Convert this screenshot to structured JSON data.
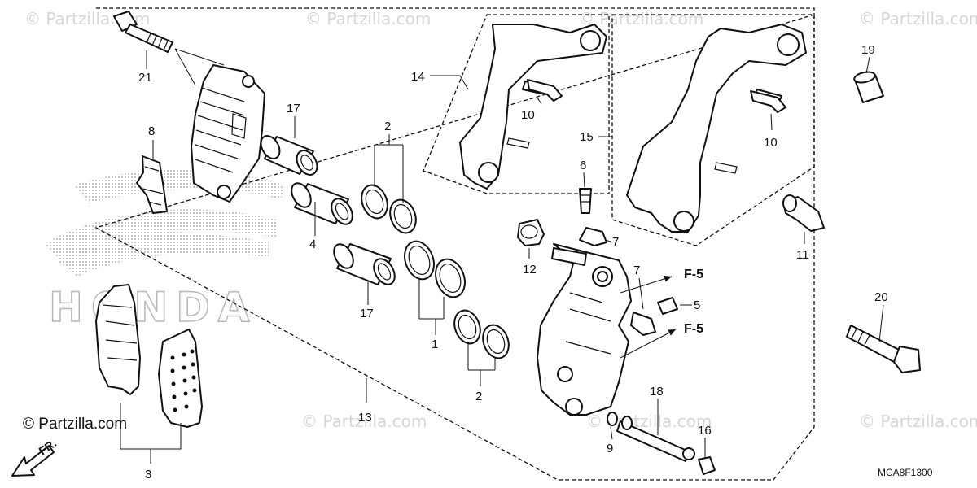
{
  "diagram": {
    "diagram_code": "MCA8F1300",
    "copyright": "© Partzilla.com",
    "watermark": "© Partzilla.com",
    "direction_label": "FR.",
    "brand_watermark": "HONDA",
    "references": [
      "F-5",
      "F-5"
    ],
    "callouts": [
      "21",
      "8",
      "17",
      "2",
      "4",
      "17",
      "1",
      "2",
      "13",
      "3",
      "14",
      "10",
      "15",
      "10",
      "19",
      "6",
      "7",
      "12",
      "7",
      "5",
      "11",
      "20",
      "18",
      "16",
      "9"
    ]
  }
}
